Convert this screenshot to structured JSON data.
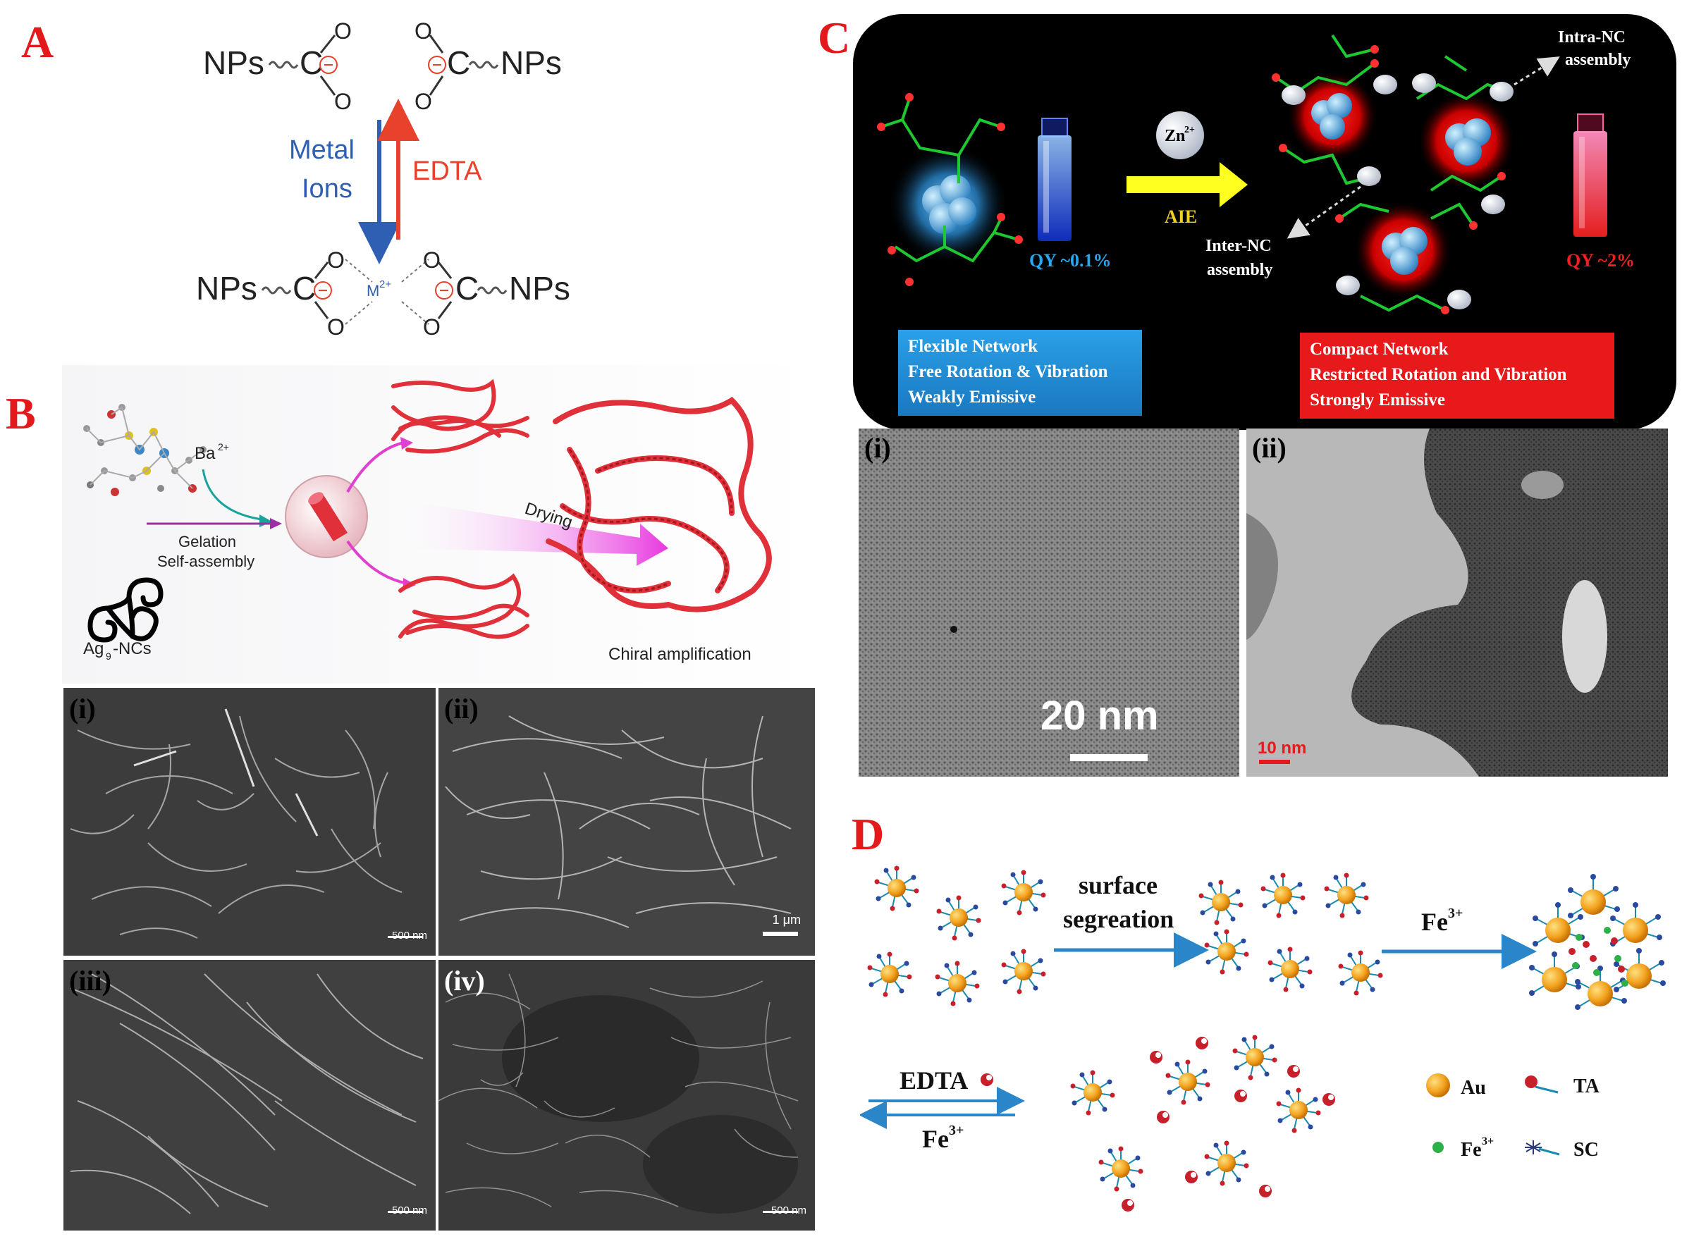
{
  "panels": {
    "A": {
      "letter": "A",
      "np": "NPs",
      "carbon": "C",
      "oxygen": "O",
      "metal_line1": "Metal",
      "metal_line2": "Ions",
      "edta": "EDTA",
      "metal_center": "M",
      "metal_charge": "2+"
    },
    "B": {
      "letter": "B",
      "ba": "Ba",
      "ba_charge": "2+",
      "gelation": "Gelation",
      "self_assembly": "Self-assembly",
      "ag_label": "Ag",
      "ag_sub": "9",
      "ag_suffix": "-NCs",
      "drying": "Drying",
      "chiral": "Chiral amplification",
      "sem": [
        {
          "label": "(i)",
          "scale": "500 nm"
        },
        {
          "label": "(ii)",
          "scale": "1 μm"
        },
        {
          "label": "(iii)",
          "scale": "500 nm"
        },
        {
          "label": "(iv)",
          "scale": "500 nm"
        }
      ]
    },
    "C": {
      "letter": "C",
      "zn": "Zn",
      "zn_charge": "2+",
      "aie": "AIE",
      "qy_left": "QY ~0.1%",
      "qy_right": "QY ~2%",
      "intra_line1": "Intra-NC",
      "intra_line2": "assembly",
      "inter_line1": "Inter-NC",
      "inter_line2": "assembly",
      "box_left": [
        "Flexible Network",
        "Free Rotation & Vibration",
        "Weakly  Emissive"
      ],
      "box_right": [
        "Compact Network",
        "Restricted Rotation and Vibration",
        "Strongly Emissive"
      ],
      "tem": [
        {
          "label": "(i)",
          "scale": "20 nm"
        },
        {
          "label": "(ii)",
          "scale": "10 nm"
        }
      ]
    },
    "D": {
      "letter": "D",
      "surface_line1": "surface",
      "surface_line2": "segreation",
      "fe": "Fe",
      "fe_charge": "3+",
      "edta": "EDTA",
      "legend": {
        "au": "Au",
        "ta": "TA",
        "fe": "Fe",
        "fe_charge": "3+",
        "sc": "SC"
      }
    }
  },
  "colors": {
    "panel_letter": "#e3191b",
    "metal_arrow": "#2f5fb3",
    "edta_arrow": "#e8412c",
    "c_background": "#000000",
    "c_left_box": "#1f8fd6",
    "c_right_box": "#e8191b",
    "d_arrow": "#2a86c9",
    "au_sphere": "#f2a21e",
    "fe_dot": "#2bb04a",
    "ta_red": "#c8202a"
  }
}
